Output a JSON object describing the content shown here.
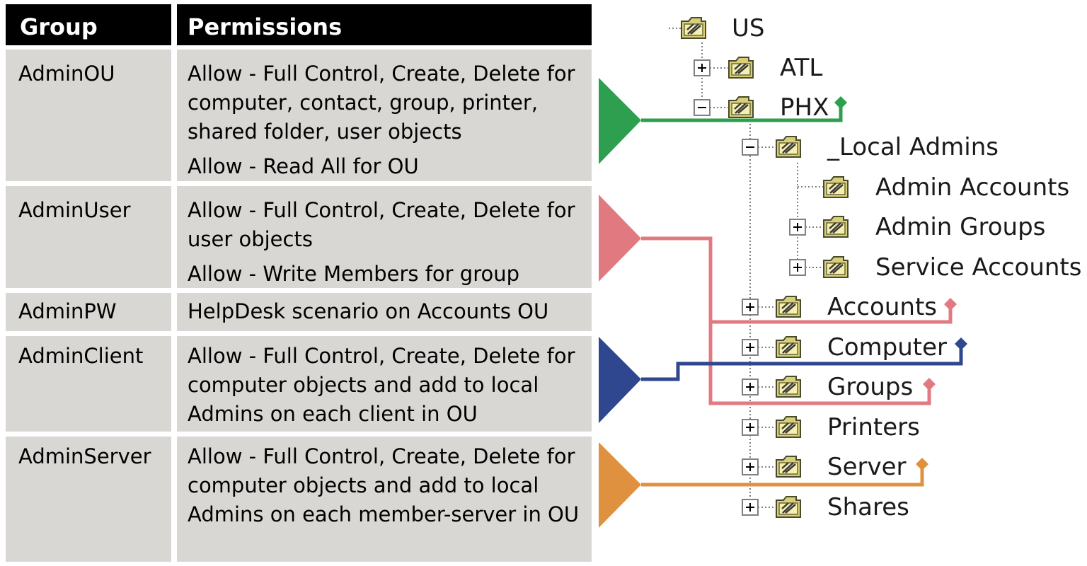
{
  "table": {
    "headers": {
      "group": "Group",
      "permissions": "Permissions"
    },
    "rows": [
      {
        "group": "AdminOU",
        "permissions": [
          "Allow - Full Control, Create, Delete for computer, contact, group, printer, shared folder, user objects",
          "Allow - Read All for OU"
        ]
      },
      {
        "group": "AdminUser",
        "permissions": [
          "Allow - Full Control, Create, Delete for user objects",
          "Allow - Write Members for group"
        ]
      },
      {
        "group": "AdminPW",
        "permissions": [
          "HelpDesk scenario on Accounts OU"
        ]
      },
      {
        "group": "AdminClient",
        "permissions": [
          "Allow - Full Control, Create, Delete for computer objects and add to local Admins on each client in OU"
        ]
      },
      {
        "group": "AdminServer",
        "permissions": [
          "Allow - Full Control, Create, Delete for computer objects and add to local Admins on each member-server in OU"
        ]
      }
    ]
  },
  "tree": [
    {
      "label": "US",
      "expander": ""
    },
    {
      "label": "ATL",
      "expander": "+"
    },
    {
      "label": "PHX",
      "expander": "−"
    },
    {
      "label": "_Local Admins",
      "expander": "−"
    },
    {
      "label": "Admin Accounts",
      "expander": ""
    },
    {
      "label": "Admin Groups",
      "expander": "+"
    },
    {
      "label": "Service Accounts",
      "expander": "+"
    },
    {
      "label": "Accounts",
      "expander": "+"
    },
    {
      "label": "Computer",
      "expander": "+"
    },
    {
      "label": "Groups",
      "expander": "+"
    },
    {
      "label": "Printers",
      "expander": "+"
    },
    {
      "label": "Server",
      "expander": "+"
    },
    {
      "label": "Shares",
      "expander": "+"
    }
  ],
  "colors": {
    "adminou": "#2e9e4f",
    "adminuser": "#e07a80",
    "adminclient": "#2f478e",
    "adminserver": "#e0913f",
    "table_header_bg": "#000000",
    "table_cell_bg": "#d8d7d3"
  }
}
